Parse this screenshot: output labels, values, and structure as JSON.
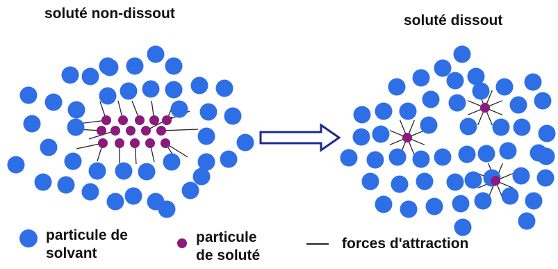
{
  "title_left": "soluté non-dissout",
  "title_right": "soluté dissout",
  "legend": {
    "solvent_line1": "particule de",
    "solvent_line2": "solvant",
    "solute_line1": "particule",
    "solute_line2": "de soluté",
    "forces": "forces d'attraction"
  },
  "colors": {
    "solvent": "#2f6fe6",
    "solute": "#8b1a7c",
    "force_line": "#222222",
    "arrow_fill": "#ffffff",
    "arrow_stroke": "#1a2a8c"
  }
}
